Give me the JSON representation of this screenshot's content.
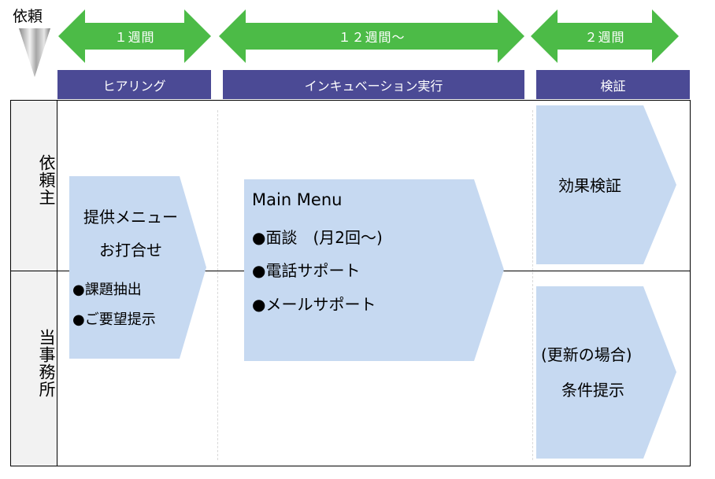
{
  "request_label": "依頼",
  "arrows": [
    {
      "label": "１週間",
      "color": "#4cbb47"
    },
    {
      "label": "１２週間〜",
      "color": "#4cbb47"
    },
    {
      "label": "２週間",
      "color": "#4cbb47"
    }
  ],
  "phases": [
    {
      "label": "ヒアリング"
    },
    {
      "label": "インキュベーション実行"
    },
    {
      "label": "検証"
    }
  ],
  "lanes": [
    {
      "label": "依頼主"
    },
    {
      "label": "当事務所"
    }
  ],
  "hearing_box": {
    "title_lines": [
      "提供メニュー",
      "お打合せ"
    ],
    "bullets": [
      "●課題抽出",
      "●ご要望提示"
    ]
  },
  "main_box": {
    "title": "Main Menu",
    "bullets": [
      "●面談　(月2回〜)",
      "●電話サポート",
      "●メールサポート"
    ]
  },
  "verify_client_box": {
    "text": "効果検証"
  },
  "verify_office_box": {
    "lines": [
      "(更新の場合)",
      "条件提示"
    ]
  },
  "colors": {
    "phase_bg": "#4b4a95",
    "shape_fill": "#c6d9f1",
    "arrow_green": "#4cbb47"
  }
}
